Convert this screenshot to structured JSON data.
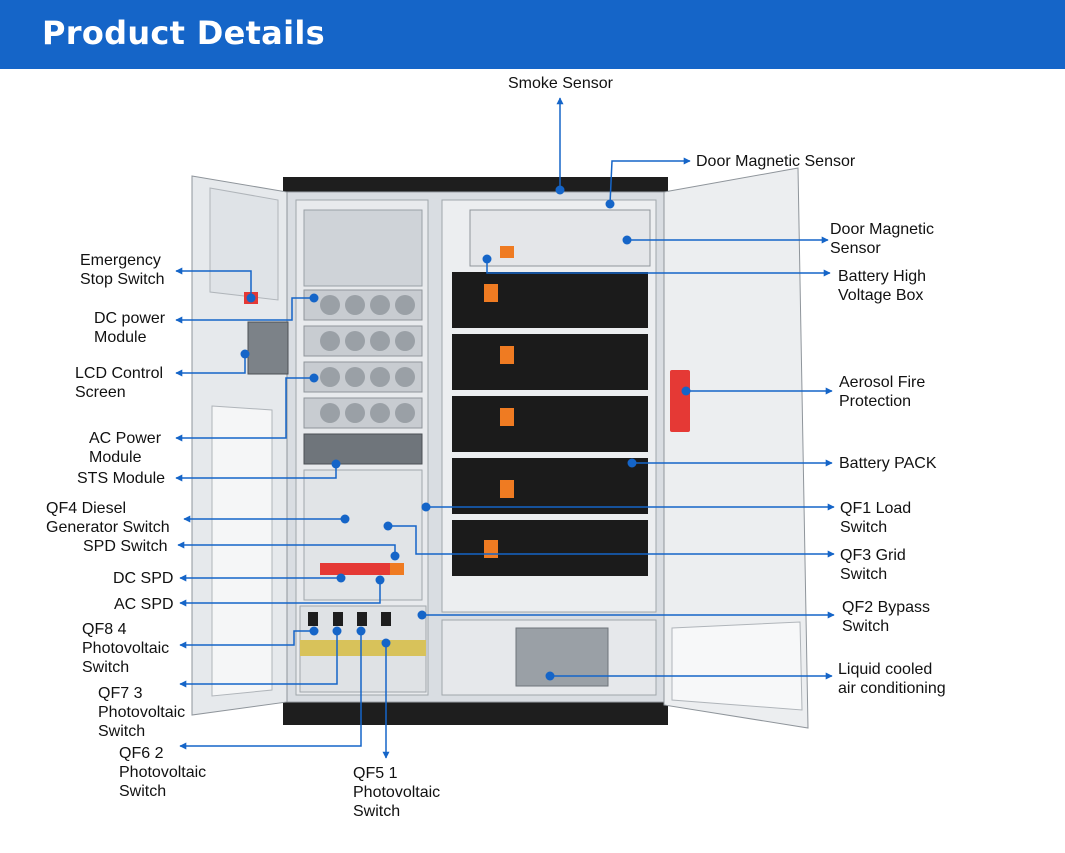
{
  "header": {
    "title": "Product Details"
  },
  "colors": {
    "header": "#1565c8",
    "callout": "#1565c8",
    "cabinet": "#e3e6ea",
    "frame": "#1e1e1e",
    "aerosol": "#e53935",
    "handle": "#ef7b22"
  },
  "labels": {
    "smoke_sensor": [
      "Smoke Sensor"
    ],
    "door_magnetic_sensor_1": [
      "Door Magnetic Sensor"
    ],
    "door_magnetic_sensor_2": [
      "Door Magnetic",
      "Sensor"
    ],
    "battery_high_voltage_box": [
      "Battery High",
      "Voltage Box"
    ],
    "aerosol_fire_protection": [
      "Aerosol Fire",
      "Protection"
    ],
    "battery_pack": [
      "Battery PACK"
    ],
    "qf1_load_switch": [
      "QF1 Load",
      "Switch"
    ],
    "qf3_grid_switch": [
      "QF3 Grid",
      "Switch"
    ],
    "qf2_bypass_switch": [
      "QF2 Bypass",
      "Switch"
    ],
    "liquid_cooled_ac": [
      "Liquid cooled",
      "air conditioning"
    ],
    "emergency_stop_switch": [
      "Emergency",
      "Stop Switch"
    ],
    "dc_power_module": [
      "DC power",
      "Module"
    ],
    "lcd_control_screen": [
      "LCD Control",
      "Screen"
    ],
    "ac_power_module": [
      "AC Power",
      "Module"
    ],
    "sts_module": [
      "STS Module"
    ],
    "qf4_diesel_generator_switch": [
      "QF4 Diesel",
      "Generator Switch"
    ],
    "spd_switch": [
      "SPD Switch"
    ],
    "dc_spd": [
      "DC SPD"
    ],
    "ac_spd": [
      "AC SPD"
    ],
    "qf8_pv_switch": [
      "QF8 4",
      "Photovoltaic",
      "Switch"
    ],
    "qf7_pv_switch": [
      "QF7 3",
      "Photovoltaic",
      "Switch"
    ],
    "qf6_pv_switch": [
      "QF6 2",
      "Photovoltaic",
      "Switch"
    ],
    "qf5_pv_switch": [
      "QF5 1",
      "Photovoltaic",
      "Switch"
    ]
  }
}
